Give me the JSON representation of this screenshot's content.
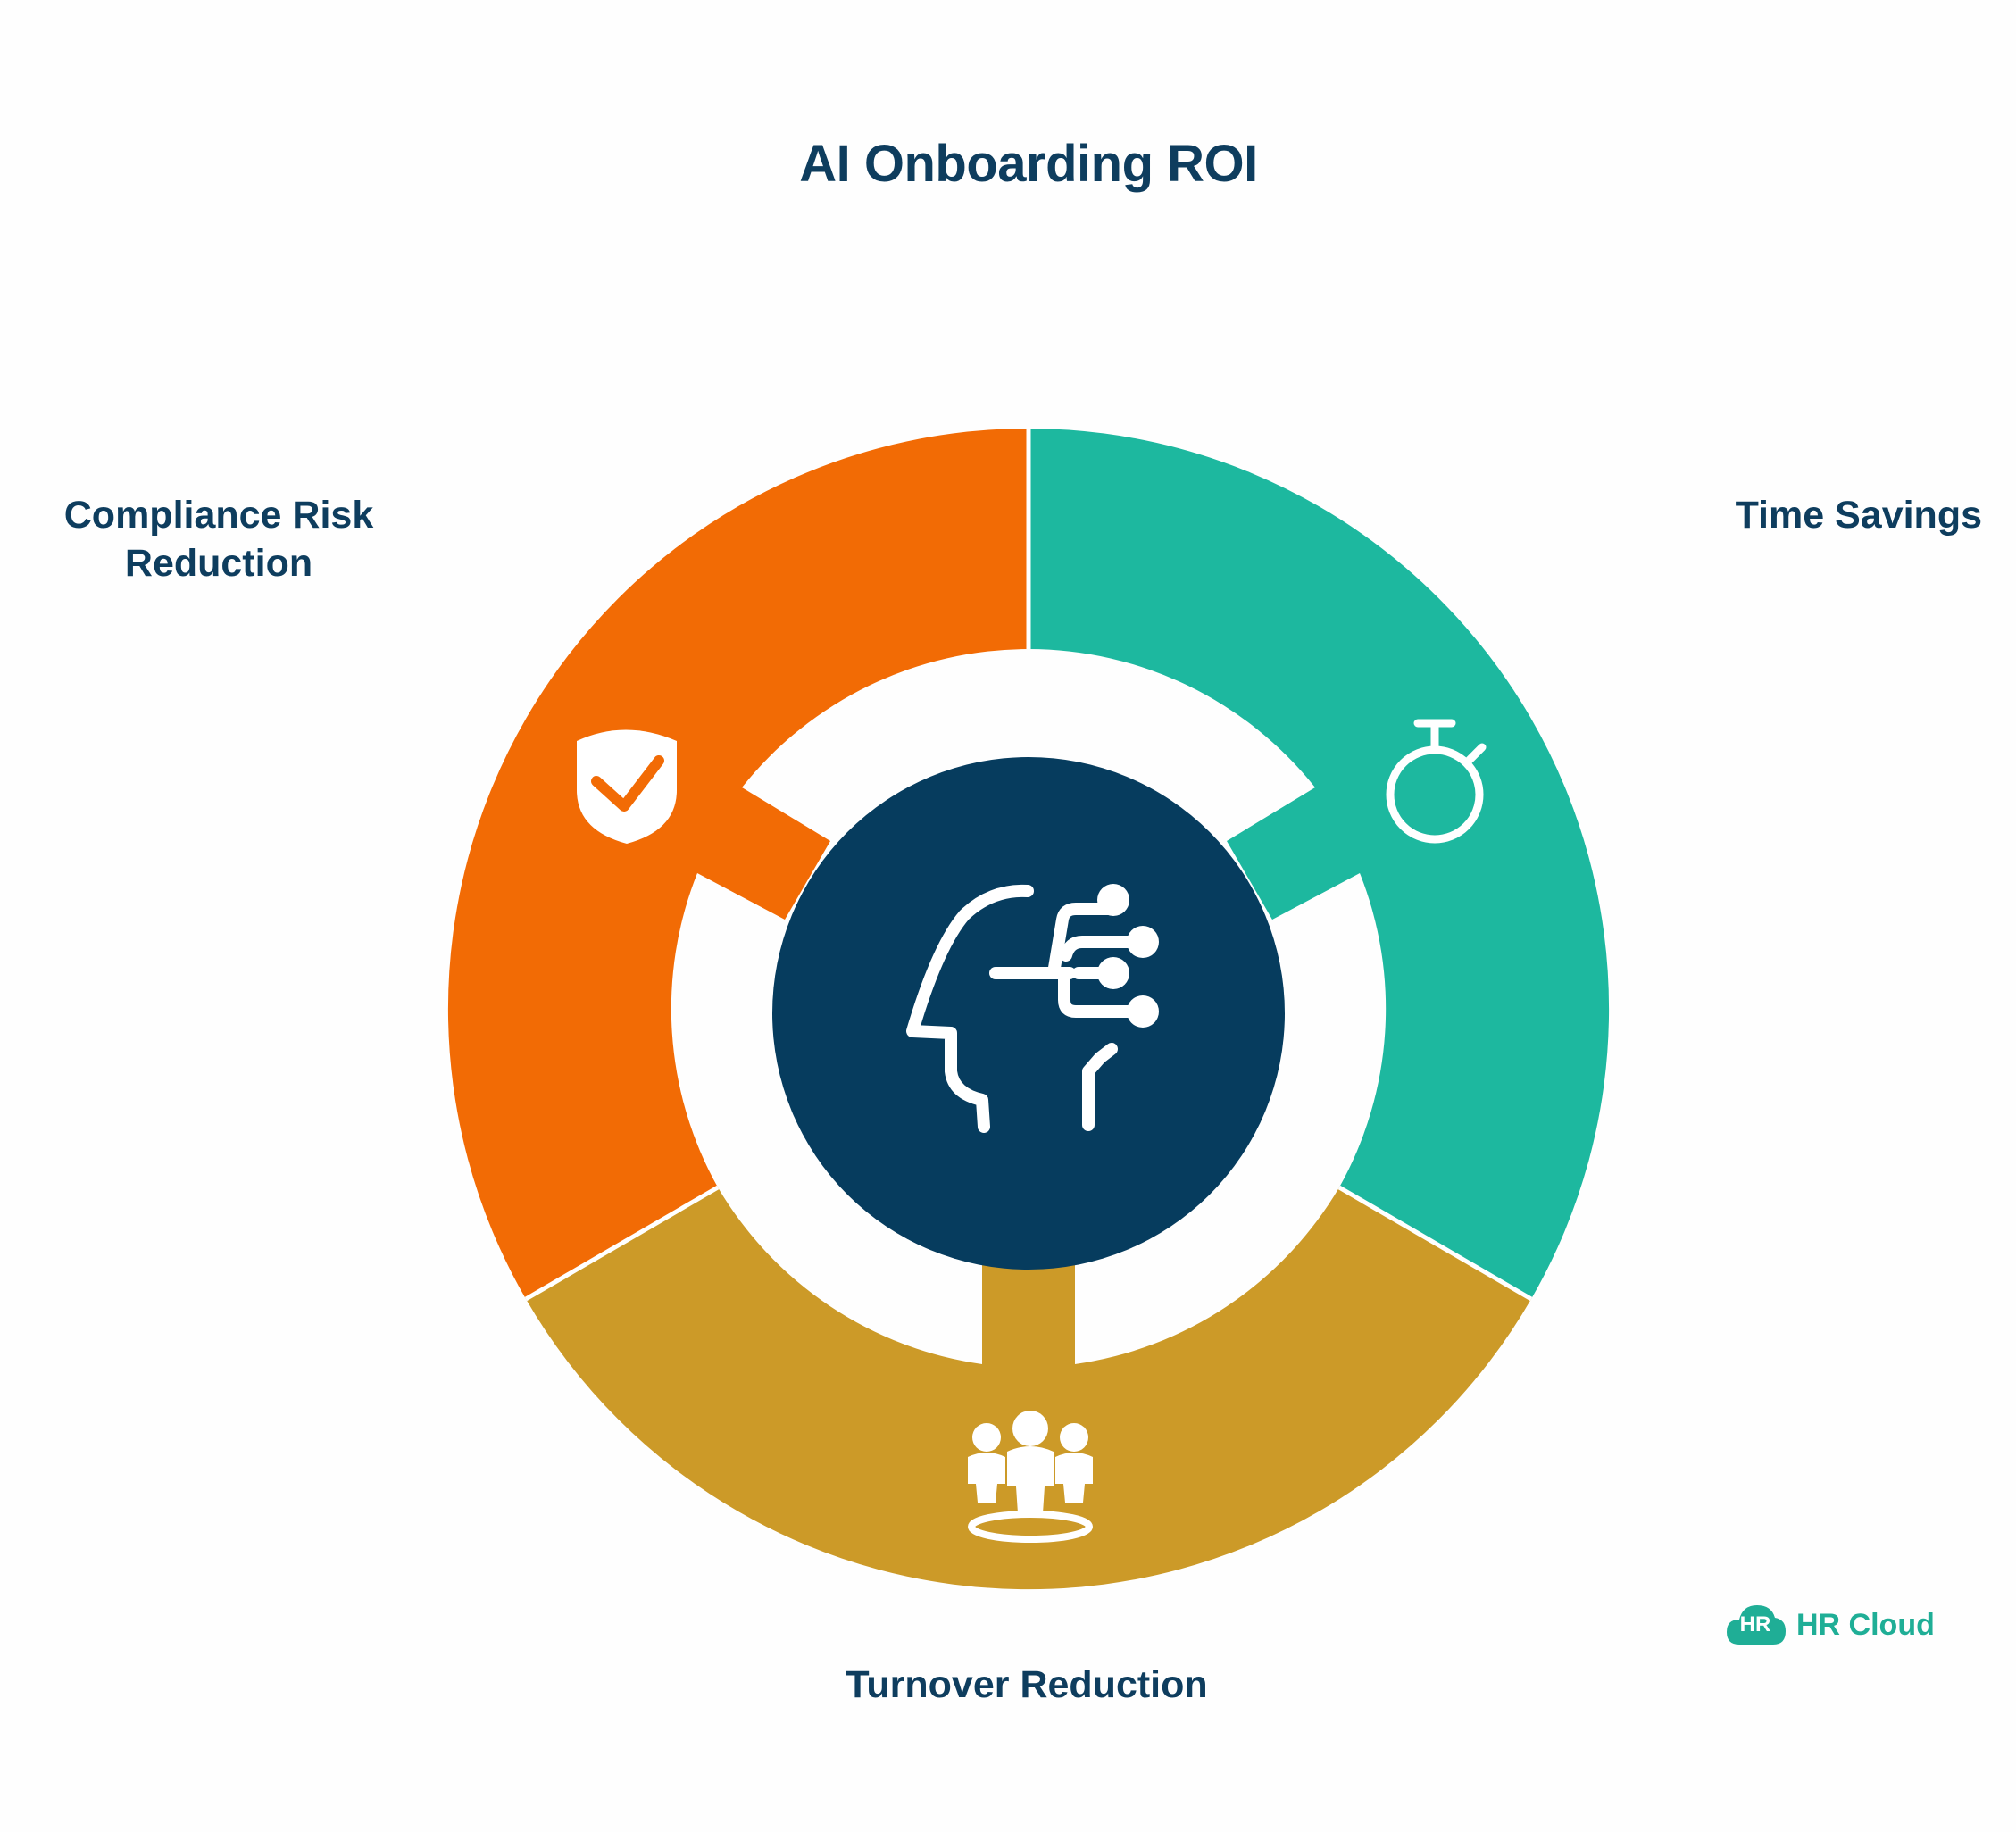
{
  "title": "AI Onboarding ROI",
  "segments": [
    {
      "label_lines": [
        "Compliance Risk",
        "Reduction"
      ],
      "color": "#f26b05",
      "icon": "shield-check-icon"
    },
    {
      "label_lines": [
        "Time Savings"
      ],
      "color": "#1db89f",
      "icon": "stopwatch-icon"
    },
    {
      "label_lines": [
        "Turnover Reduction"
      ],
      "color": "#cc9a28",
      "icon": "team-group-icon"
    }
  ],
  "center": {
    "color": "#063c5e",
    "icon": "ai-head-icon"
  },
  "logo": {
    "badge": "HR",
    "text": "HR Cloud",
    "color": "#1fae96"
  }
}
